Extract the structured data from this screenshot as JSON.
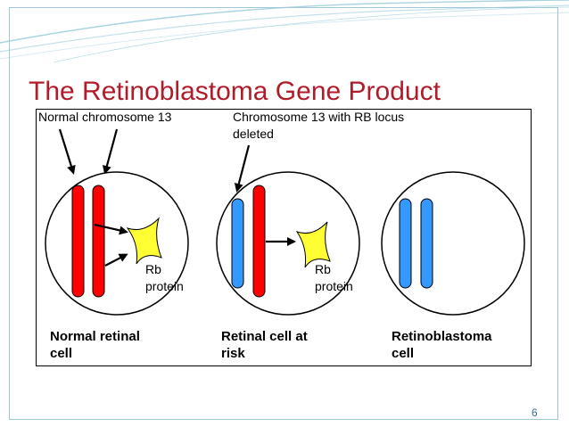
{
  "slide": {
    "title": "The Retinoblastoma Gene Product",
    "page_number": "6"
  },
  "figure": {
    "labels": {
      "normal_chromosome": "Normal chromosome 13",
      "deleted_line1": "Chromosome 13 with RB locus",
      "deleted_line2": "deleted"
    },
    "protein": {
      "line1": "Rb",
      "line2": "protein"
    },
    "cells": [
      {
        "line1": "Normal retinal",
        "line2": "cell"
      },
      {
        "line1": "Retinal cell at",
        "line2": "risk"
      },
      {
        "line1": "Retinoblastoma",
        "line2": "cell"
      }
    ],
    "colors": {
      "normal_chromosome": "#ff0000",
      "deleted_chromosome": "#3399ff",
      "protein": "#ffff33",
      "title": "#b01c2a"
    }
  }
}
